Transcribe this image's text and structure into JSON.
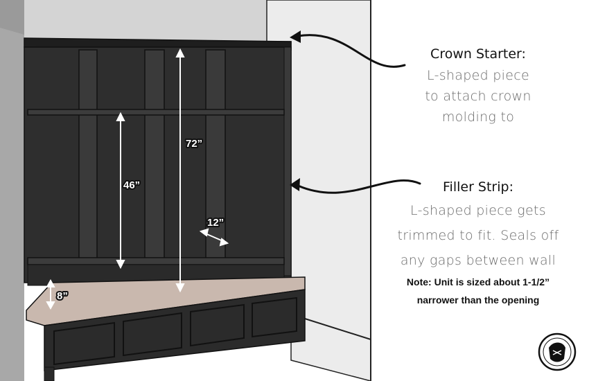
{
  "callouts": {
    "crown": {
      "title": "Crown Starter:",
      "lines": [
        "L-shaped piece",
        "to attach crown",
        "molding to"
      ]
    },
    "filler": {
      "title": "Filler Strip:",
      "lines": [
        "L-shaped piece gets",
        "trimmed to fit. Seals off",
        "any gaps between wall"
      ],
      "note_lines": [
        "Note: Unit is sized about 1-1/2”",
        "narrower than the opening"
      ]
    }
  },
  "dimensions": {
    "height_72": "72”",
    "height_46": "46”",
    "depth_12": "12”",
    "bench_8": "8”"
  },
  "colors": {
    "cabinet": "#2b2b2b",
    "cabinet_edge": "#111111",
    "seat": "#c9b8ae",
    "wall": "#e9e9e9",
    "side_wall": "#bdbdbd"
  },
  "icons": [
    "arrow-icon",
    "logo-icon"
  ]
}
